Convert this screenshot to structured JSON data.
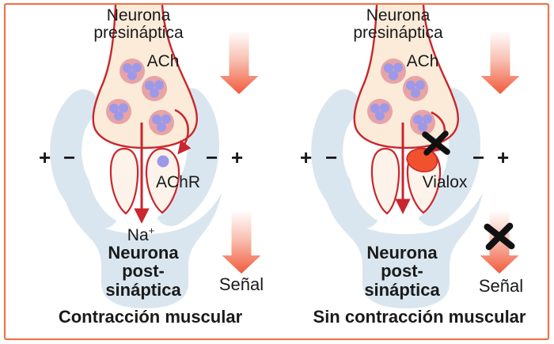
{
  "colors": {
    "background": "#ffffff",
    "frame": "#e8764f",
    "stroke-red": "#c9262e",
    "hand-blue": "#dae6ef",
    "terminal-fill": "#fcebd9",
    "vesicle-pink": "#e7a3a6",
    "vesicle-purple": "#9d99e8",
    "receptor-fill": "#fdf3ea",
    "vialox-red": "#f1512d",
    "arrow-grad-start": "#fffdfc",
    "arrow-grad-mid": "#f8c0b2",
    "arrow-grad-end": "#f15a3c",
    "x-black": "#111111",
    "text": "#1a1a1a"
  },
  "panels": [
    {
      "name": "contraccion-muscular",
      "presynaptic_line1": "Neurona",
      "presynaptic_line2": "presináptica",
      "neurotransmitter": "ACh",
      "charges": [
        "+",
        "−",
        "−",
        "+"
      ],
      "receptor_label": "AChR",
      "ion": "Na",
      "ion_sup": "+",
      "postsynaptic_line1": "Neurona",
      "postsynaptic_line2": "post-",
      "postsynaptic_line3": "sináptica",
      "signal": "Señal",
      "caption": "Contracción muscular"
    },
    {
      "name": "sin-contraccion-muscular",
      "presynaptic_line1": "Neurona",
      "presynaptic_line2": "presináptica",
      "neurotransmitter": "ACh",
      "charges": [
        "+",
        "−",
        "−",
        "+"
      ],
      "blocker_label": "Vialox",
      "postsynaptic_line1": "Neurona",
      "postsynaptic_line2": "post-",
      "postsynaptic_line3": "sináptica",
      "signal": "Señal",
      "caption": "Sin contracción muscular"
    }
  ]
}
